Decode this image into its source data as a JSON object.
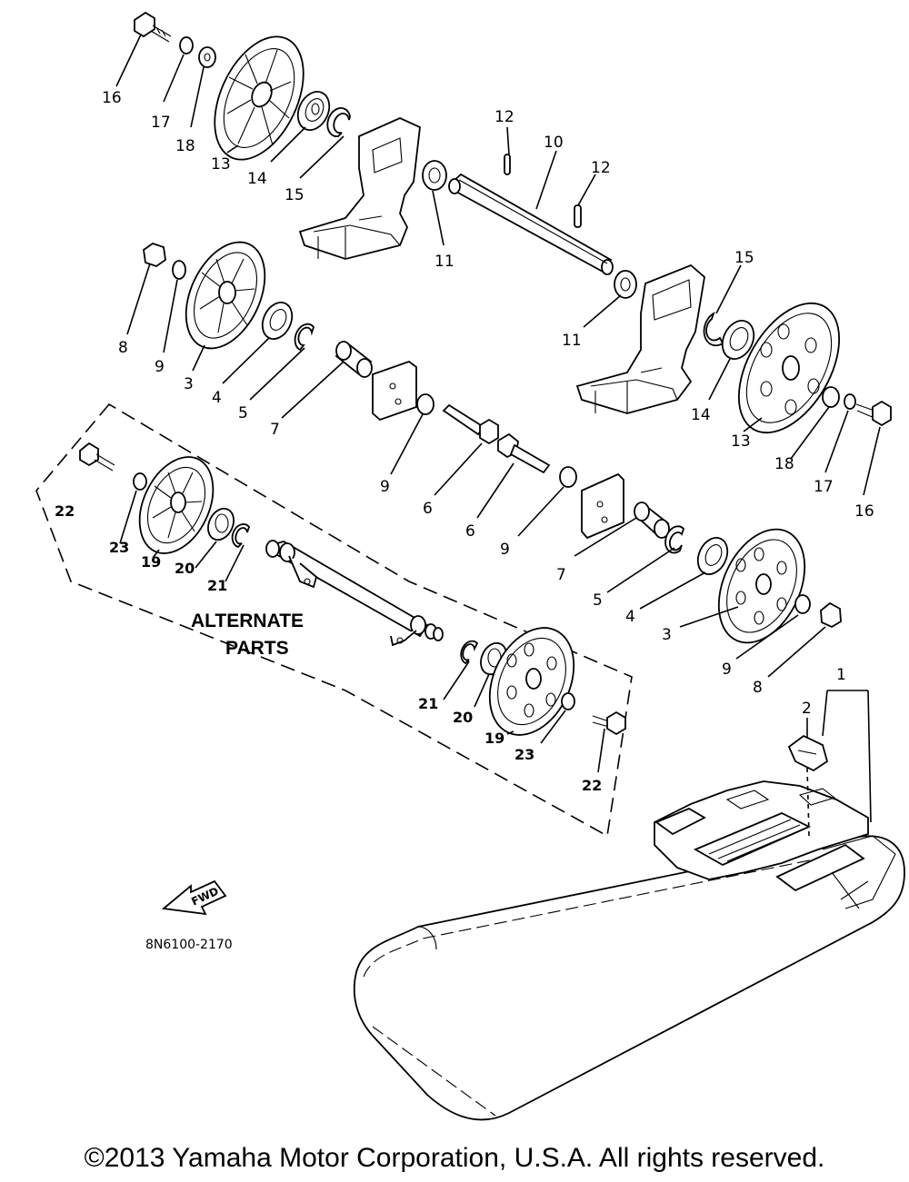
{
  "callouts": {
    "c16a": "16",
    "c17a": "17",
    "c18a": "18",
    "c13a": "13",
    "c14a": "14",
    "c15a": "15",
    "c12a": "12",
    "c10": "10",
    "c12b": "12",
    "c11a": "11",
    "c11b": "11",
    "c15b": "15",
    "c8a": "8",
    "c9a": "9",
    "c3a": "3",
    "c4a": "4",
    "c5a": "5",
    "c7a": "7",
    "c14b": "14",
    "c13b": "13",
    "c18b": "18",
    "c17b": "17",
    "c16b": "16",
    "c9b": "9",
    "c6a": "6",
    "c6b": "6",
    "c9c": "9",
    "c7b": "7",
    "c5b": "5",
    "c4b": "4",
    "c3b": "3",
    "c9d": "9",
    "c8b": "8",
    "c1": "1",
    "c2": "2"
  },
  "alternate_callouts": {
    "c22a": "22",
    "c23a": "23",
    "c19a": "19",
    "c20a": "20",
    "c21a": "21",
    "c21b": "21",
    "c20b": "20",
    "c19b": "19",
    "c23b": "23",
    "c22b": "22"
  },
  "alternate_parts_label": {
    "line1": "ALTERNATE",
    "line2": "PARTS"
  },
  "fwd_arrow_label": "FWD",
  "diagram_code": "8N6100-2170",
  "copyright": "©2013 Yamaha Motor Corporation, U.S.A. All rights reserved."
}
